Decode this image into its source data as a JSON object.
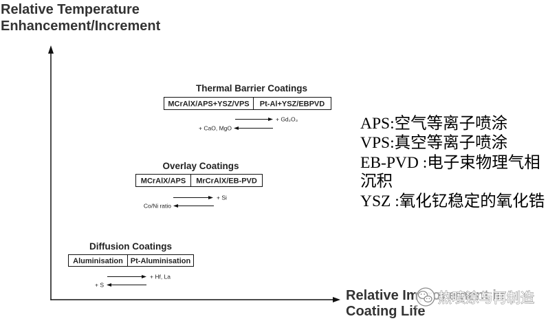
{
  "axes": {
    "y_label": [
      "Relative Temperature",
      "Enhancement/Increment"
    ],
    "x_label": [
      "Relative Improvement in",
      "Coating Life"
    ]
  },
  "groups": [
    {
      "title": "Thermal Barrier Coatings",
      "cells": [
        "MCrAlX/APS+YSZ/VPS",
        "Pt-Al+YSZ/EBPVD"
      ],
      "right_arrow_label": "+ Gd₂O₃",
      "left_arrow_label": "+ CaO, MgO"
    },
    {
      "title": "Overlay Coatings",
      "cells": [
        "MCrAlX/APS",
        "MrCrAlX/EB-PVD"
      ],
      "right_arrow_label": "+ Si",
      "left_arrow_label": "Co/Ni ratio"
    },
    {
      "title": "Diffusion Coatings",
      "cells": [
        "Aluminisation",
        "Pt-Aluminisation"
      ],
      "right_arrow_label": "+ Hf, La",
      "left_arrow_label": "+ S"
    }
  ],
  "notes": [
    "APS:空气等离子喷涂",
    "VPS:真空等离子喷涂",
    "EB-PVD :电子束物理气相",
    "沉积",
    "YSZ :氧化钇稳定的氧化锆"
  ],
  "watermark": {
    "icon": "wechat-icon",
    "text": "热喷涂与再制造"
  },
  "colors": {
    "axis_title": "#333333",
    "text": "#222222",
    "lines": "#111111",
    "note_text": "#000000",
    "watermark_fill": "#ffffff",
    "watermark_stroke": "#8a8a8a"
  }
}
